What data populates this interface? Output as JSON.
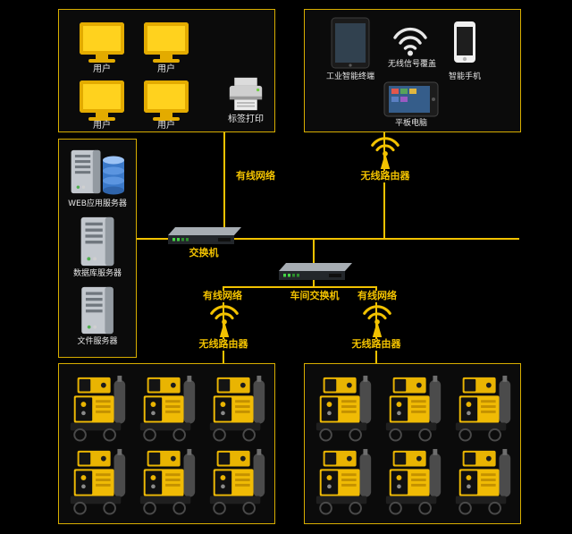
{
  "colors": {
    "background": "#000000",
    "line": "#f2c200"
  },
  "user_zone": {
    "monitor_labels": [
      "用户",
      "用户",
      "用户",
      "用户"
    ],
    "printer_label": "标签打印"
  },
  "mobile_zone": {
    "industrial_terminal": "工业智能终端",
    "wifi_coverage": "无线信号覆盖",
    "smartphone": "智能手机",
    "tablet": "平板电脑"
  },
  "server_zone": {
    "web_server": "WEB应用服务器",
    "db_server": "数据库服务器",
    "file_server": "文件服务器"
  },
  "network": {
    "core_switch": "交换机",
    "workshop_switch": "车间交换机",
    "wired_top": "有线网络",
    "wireless_router_top": "无线路由器",
    "wired_left": "有线网络",
    "wired_right": "有线网络",
    "wireless_router_left": "无线路由器",
    "wireless_router_right": "无线路由器"
  }
}
